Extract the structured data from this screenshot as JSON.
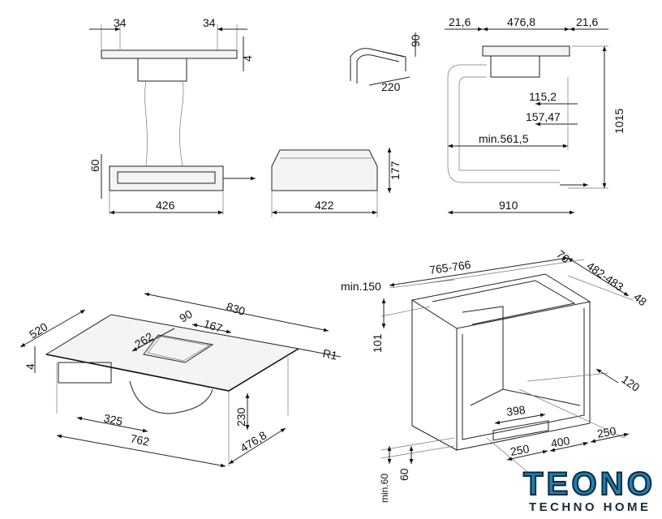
{
  "top_left_view": {
    "dims": [
      "34",
      "34",
      "4",
      "60",
      "426"
    ]
  },
  "top_middle_view": {
    "dims": [
      "90",
      "220",
      "177",
      "422"
    ]
  },
  "top_right_view": {
    "dims": [
      "21,6",
      "476,8",
      "21,6",
      "1015",
      "115,2",
      "157,47",
      "min.561,5",
      "910"
    ]
  },
  "hob_iso_view": {
    "dims": [
      "520",
      "830",
      "90",
      "167",
      "262",
      "R1",
      "4",
      "325",
      "230",
      "762",
      "476,8"
    ]
  },
  "cabinet_view": {
    "dims": [
      "min.150",
      "765-766",
      "70",
      "482-483",
      "48",
      "101",
      "120",
      "398",
      "250",
      "400",
      "250",
      "60",
      "min.60"
    ]
  },
  "logo": {
    "name": "TEONO",
    "tagline": "TECHNO HOME",
    "color": "#1f7fb0"
  }
}
